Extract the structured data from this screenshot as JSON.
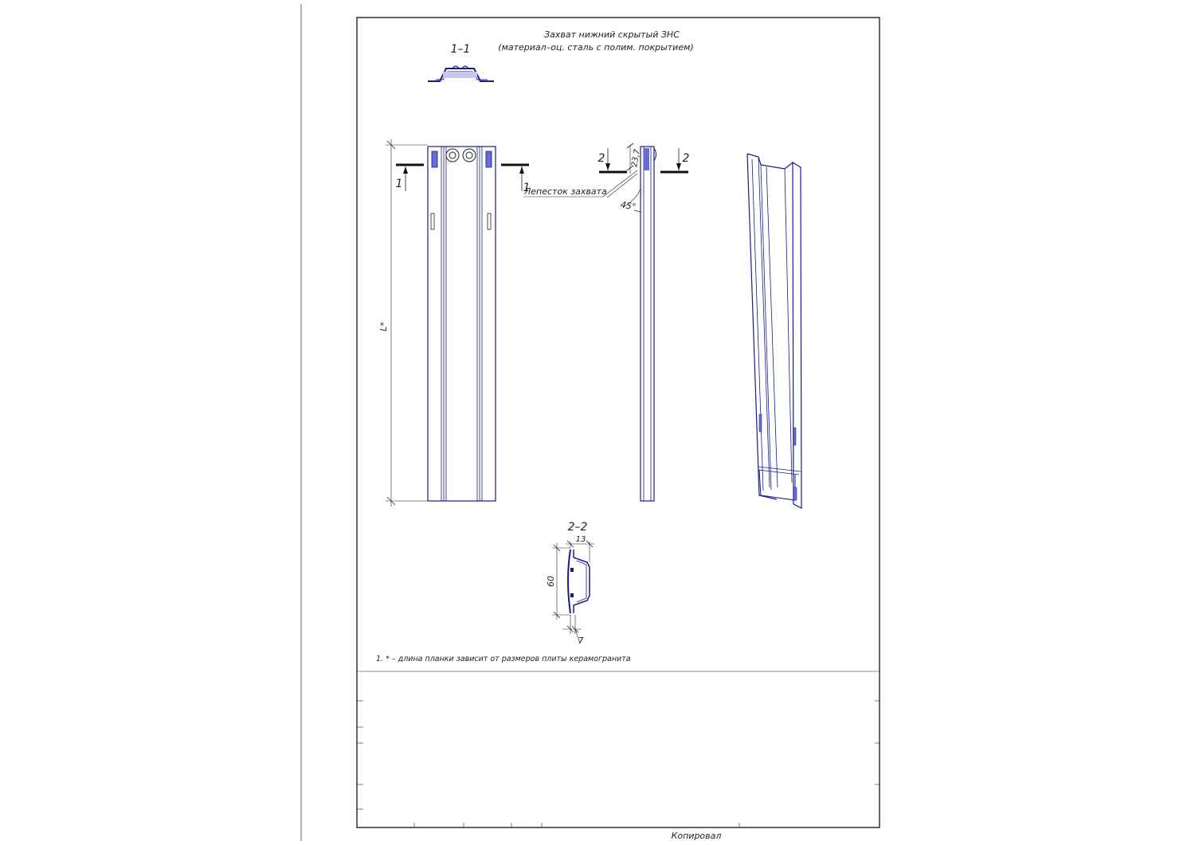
{
  "title": {
    "line1": "Захват нижний скрытый ЗНС",
    "line2": "(материал–оц. сталь с полим. покрытием)"
  },
  "sections": {
    "s11": "1–1",
    "s22": "2–2",
    "cut1_left": "1",
    "cut1_right": "1",
    "cut2_left": "2",
    "cut2_right": "2"
  },
  "dimensions": {
    "length": "L*",
    "d237": "23,7",
    "angle": "45°",
    "d13": "13",
    "d60": "60",
    "d7": "7"
  },
  "callout": "Лепесток захвата",
  "note": "1. * –  длина планки зависит от размеров плиты керамогранита",
  "stamp": {
    "copied_label": "Копировал"
  },
  "colors": {
    "outline": "#222222",
    "part": "#1a1a8c",
    "fill": "#6a6ad8"
  }
}
